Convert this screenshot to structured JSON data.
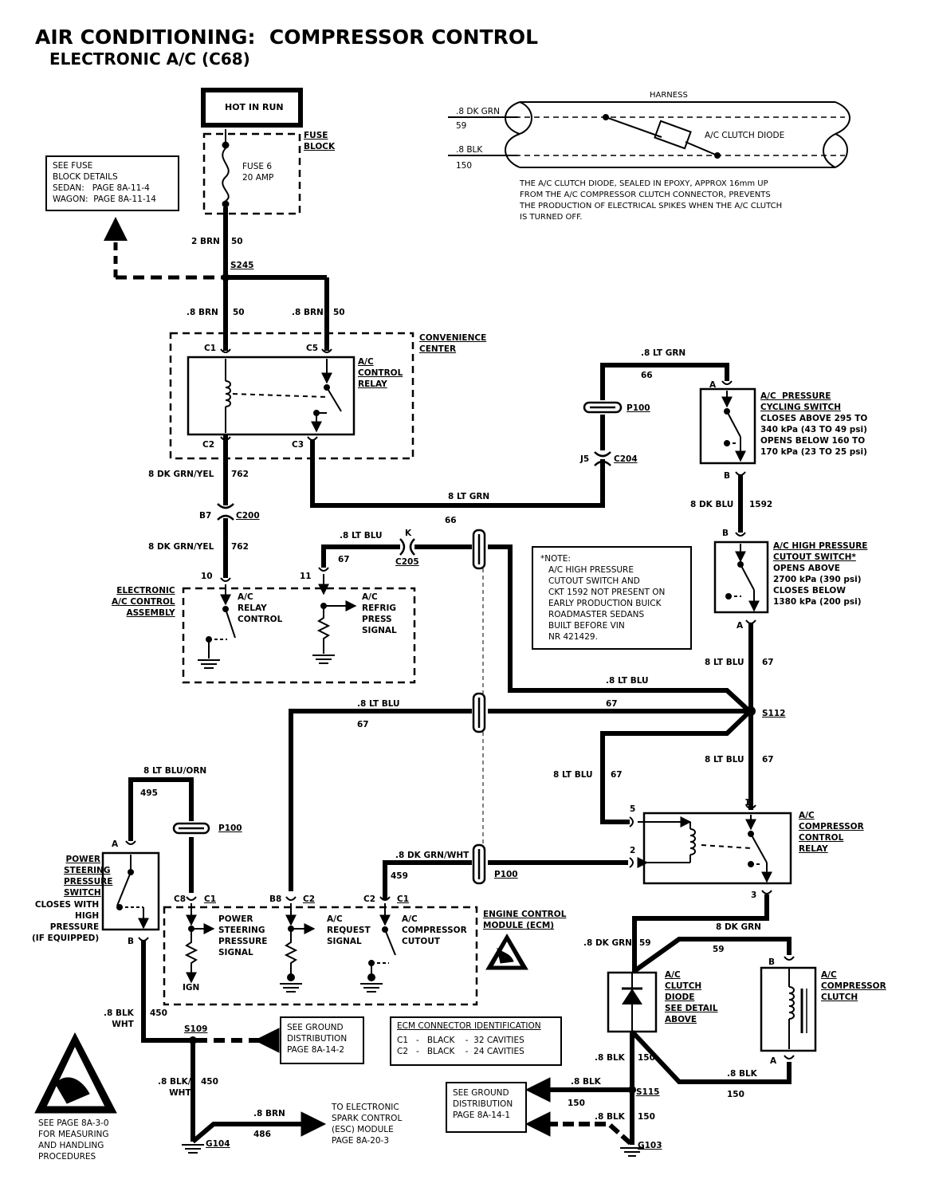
{
  "title": "AIR CONDITIONING:  COMPRESSOR CONTROL",
  "subtitle": "ELECTRONIC A/C (C68)",
  "hot_in_run": "HOT IN RUN",
  "fuse_block": {
    "label": "FUSE\nBLOCK",
    "fuse": "FUSE 6\n20 AMP"
  },
  "see_fuse": "SEE FUSE\nBLOCK DETAILS\nSEDAN:   PAGE 8A-11-4\nWAGON:  PAGE 8A-11-14",
  "harness": {
    "label": "HARNESS",
    "wire1": ".8 DK GRN",
    "wire1_circuit": "59",
    "wire2": ".8 BLK",
    "wire2_circuit": "150",
    "diode": "A/C CLUTCH DIODE",
    "note": "THE A/C CLUTCH DIODE, SEALED IN EPOXY, APPROX 16mm UP\nFROM THE A/C COMPRESSOR CLUTCH CONNECTOR, PREVENTS\nTHE PRODUCTION OF ELECTRICAL SPIKES WHEN THE A/C CLUTCH\nIS TURNED OFF."
  },
  "wires": {
    "brn2": "2 BRN",
    "c50a": "50",
    "s245": "S245",
    "brn8a": ".8 BRN",
    "c50b": "50",
    "brn8b": ".8 BRN",
    "c50c": "50",
    "dkgrnyel1": "8 DK GRN/YEL",
    "c762a": "762",
    "dkgrnyel2": "8 DK GRN/YEL",
    "c762b": "762",
    "ltgrn1": ".8 LT GRN",
    "c66a": "66",
    "ltgrn2": "8 LT GRN",
    "c66b": "66",
    "dkblu": "8 DK BLU",
    "c1592": "1592",
    "ltblu_top": ".8 LT BLU",
    "c67_top": "67",
    "ltblu_r": "8 LT BLU",
    "c67_r": "67",
    "ltblu_mid": ".8 LT BLU",
    "c67_mid": "67",
    "ltblu_ecm": ".8 LT BLU",
    "c67_ecm": "67",
    "s112": "S112",
    "ltblu_s112": "8 LT BLU",
    "c67_s112": "67",
    "ltblu_left": "8 LT BLU",
    "c67_left": "67",
    "ltbluorn": "8 LT BLU/ORN",
    "c495": "495",
    "dkgrnwht": ".8 DK GRN/WHT",
    "c459": "459",
    "blkwht": ".8 BLK/\nWHT",
    "c450": "450",
    "blkwht2": ".8 BLK\nWHT",
    "c450b": "450",
    "s109": "S109",
    "dkgrn_a": ".8 DK GRN",
    "c59a": "59",
    "dkgrn_b": "8 DK GRN",
    "c59b": "59",
    "blk_a": ".8 BLK",
    "c150a": "150",
    "blk_b": ".8 BLK",
    "c150b": "150",
    "blk_c": ".8 BLK",
    "c150c": "150",
    "blk_d": ".8 BLK",
    "c150d": "150",
    "s115": "S115",
    "brn_bot": ".8 BRN",
    "c486": "486",
    "g104": "G104",
    "g103": "G103"
  },
  "connectors": {
    "c1": "C1",
    "c5": "C5",
    "c2": "C2",
    "c3": "C3",
    "b7": "B7",
    "c200": "C200",
    "p100a": "P100",
    "j5": "J5",
    "c204": "C204",
    "k": "K",
    "c205": "C205",
    "p100b": "P100",
    "p100c": "P100",
    "pin10": "10",
    "pin11": "11",
    "a1": "A",
    "b1": "B",
    "b2": "B",
    "a2": "A",
    "pin1": "1",
    "pin5": "5",
    "pin2": "2",
    "pin3": "3",
    "a3": "A",
    "b3": "B",
    "b4": "B",
    "a4": "A",
    "c8": "C8",
    "c1b": "C1",
    "b8": "B8",
    "c2b": "C2",
    "c2c": "C2",
    "c1c": "C1"
  },
  "components": {
    "convenience_center": "CONVENIENCE\nCENTER",
    "ac_control_relay": "A/C\nCONTROL\nRELAY",
    "pressure_cycling": "A/C  PRESSURE\nCYCLING SWITCH",
    "pressure_cycling_desc": "CLOSES ABOVE 295 TO\n340 kPa (43 TO 49 psi)\nOPENS BELOW 160 TO\n170 kPa (23 TO 25 psi)",
    "high_pressure": "A/C HIGH PRESSURE\nCUTOUT SWITCH*",
    "high_pressure_desc": "OPENS ABOVE\n2700 kPa (390 psi)\nCLOSES BELOW\n1380 kPa (200 psi)",
    "note": "*NOTE:\n   A/C HIGH PRESSURE\n   CUTOUT SWITCH AND\n   CKT 1592 NOT PRESENT ON\n   EARLY PRODUCTION BUICK\n   ROADMASTER SEDANS\n   BUILT BEFORE VIN\n   NR 421429.",
    "eacca": "ELECTRONIC\nA/C CONTROL\nASSEMBLY",
    "relay_control": "A/C\nRELAY\nCONTROL",
    "refrig_press": "A/C\nREFRIG\nPRESS\nSIGNAL",
    "comp_relay": "A/C\nCOMPRESSOR\nCONTROL\nRELAY",
    "ps_switch": "POWER\nSTEERING\nPRESSURE\nSWITCH",
    "ps_switch_desc": "CLOSES WITH\nHIGH\nPRESSURE\n(IF EQUIPPED)",
    "ps_signal": "POWER\nSTEERING\nPRESSURE\nSIGNAL",
    "ign": "IGN",
    "request_signal": "A/C\nREQUEST\nSIGNAL",
    "comp_cutout": "A/C\nCOMPRESSOR\nCUTOUT",
    "ecm": "ENGINE CONTROL\nMODULE (ECM)",
    "clutch_diode": "A/C\nCLUTCH\nDIODE\nSEE DETAIL\nABOVE",
    "comp_clutch": "A/C\nCOMPRESSOR\nCLUTCH",
    "ecm_id_title": "ECM CONNECTOR IDENTIFICATION",
    "ecm_id_rows": "C1   -   BLACK    -  32 CAVITIES\nC2   -   BLACK    -  24 CAVITIES",
    "ground_dist_1": "SEE GROUND\nDISTRIBUTION\nPAGE 8A-14-2",
    "ground_dist_2": "SEE GROUND\nDISTRIBUTION\nPAGE 8A-14-1",
    "esc": "TO ELECTRONIC\nSPARK CONTROL\n(ESC) MODULE\nPAGE 8A-20-3",
    "esd_note": "SEE PAGE 8A-3-0\nFOR MEASURING\nAND HANDLING\nPROCEDURES"
  }
}
